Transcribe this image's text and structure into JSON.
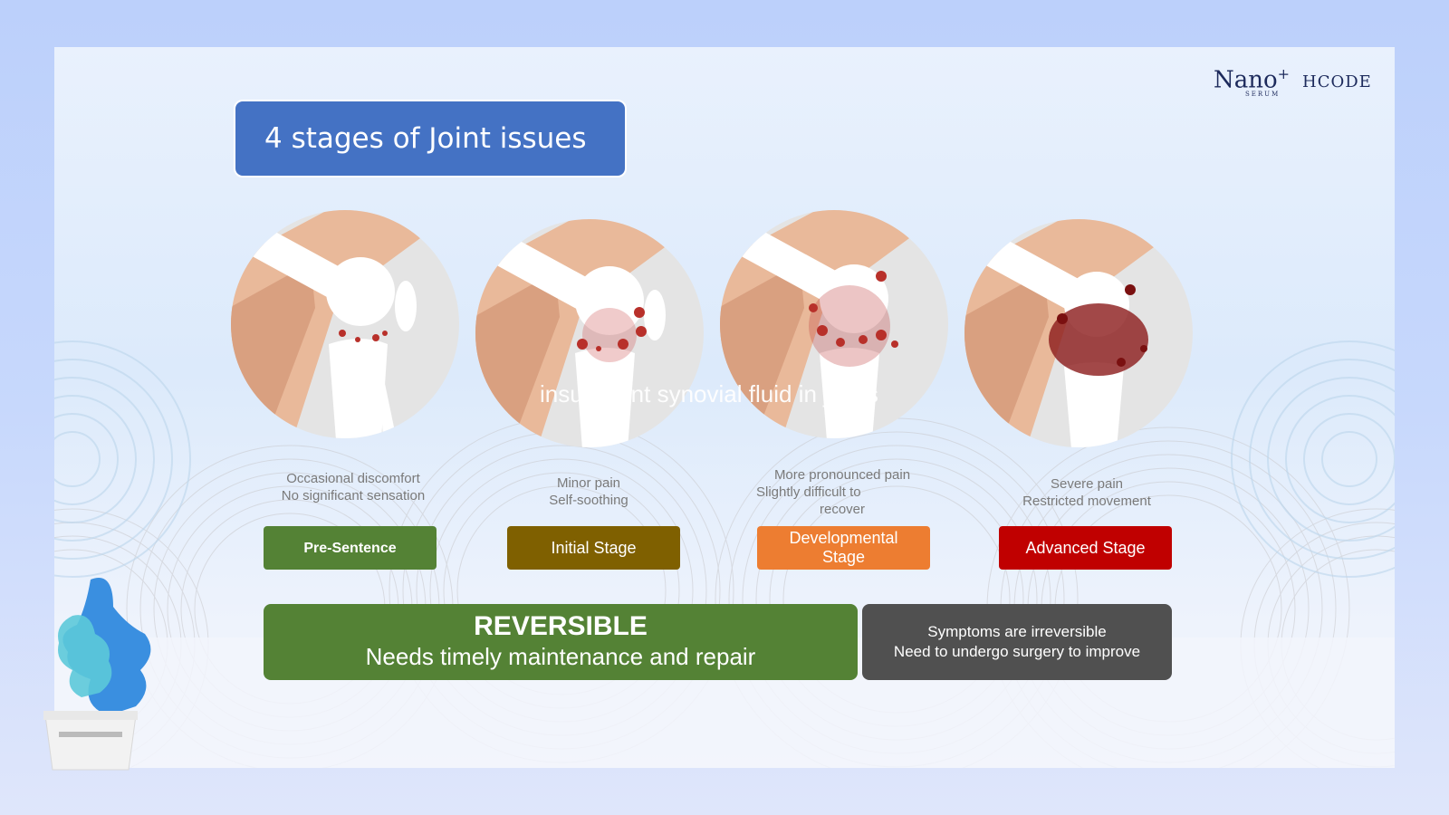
{
  "title": "4 stages of Joint issues",
  "brand": {
    "nano": "Nano",
    "plus": "+",
    "serum": "SERUM",
    "hcode": "HCODE"
  },
  "overlay_text": "insufficient synovial fluid in joints",
  "stages": [
    {
      "line1": "Occasional discomfort",
      "line2": "No significant sensation",
      "line3": "",
      "label": "Pre-Sentence",
      "color": "#548235"
    },
    {
      "line1": "Minor pain",
      "line2": "Self-soothing",
      "line3": "",
      "label": "Initial Stage",
      "color": "#7f6000"
    },
    {
      "line1": "More pronounced pain",
      "line2": "Slightly difficult to",
      "line3": "recover",
      "label_line1": "Developmental",
      "label_line2": "Stage",
      "color": "#ed7d31"
    },
    {
      "line1": "Severe pain",
      "line2": "Restricted movement",
      "line3": "",
      "label": "Advanced Stage",
      "color": "#c00000"
    }
  ],
  "reversible": {
    "heading": "REVERSIBLE",
    "text": "Needs timely maintenance and repair"
  },
  "irreversible": {
    "line1": "Symptoms are irreversible",
    "line2": "Need to undergo surgery to improve"
  }
}
